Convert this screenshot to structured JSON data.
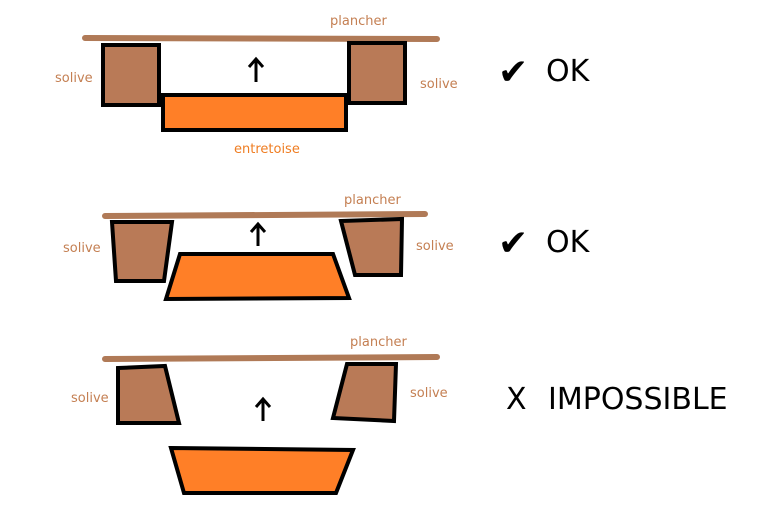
{
  "colors": {
    "plancher": "#b07a57",
    "solive": "#b97a57",
    "entretoise": "#ff7f27",
    "label_brown": "#c47f52",
    "label_orange": "#ef7d22",
    "outline": "#000000"
  },
  "icons": {
    "check": "check-icon",
    "cross": "cross-icon",
    "arrow": "arrow-up-icon"
  },
  "glyphs": {
    "check": "✔",
    "cross": "X",
    "arrow": "↑"
  },
  "scenarios": [
    {
      "plancher": "plancher",
      "solive_left": "solive",
      "solive_right": "solive",
      "entretoise": "entretoise",
      "verdict": "OK"
    },
    {
      "plancher": "plancher",
      "solive_left": "solive",
      "solive_right": "solive",
      "verdict": "OK"
    },
    {
      "plancher": "plancher",
      "solive_left": "solive",
      "solive_right": "solive",
      "verdict": "IMPOSSIBLE"
    }
  ]
}
